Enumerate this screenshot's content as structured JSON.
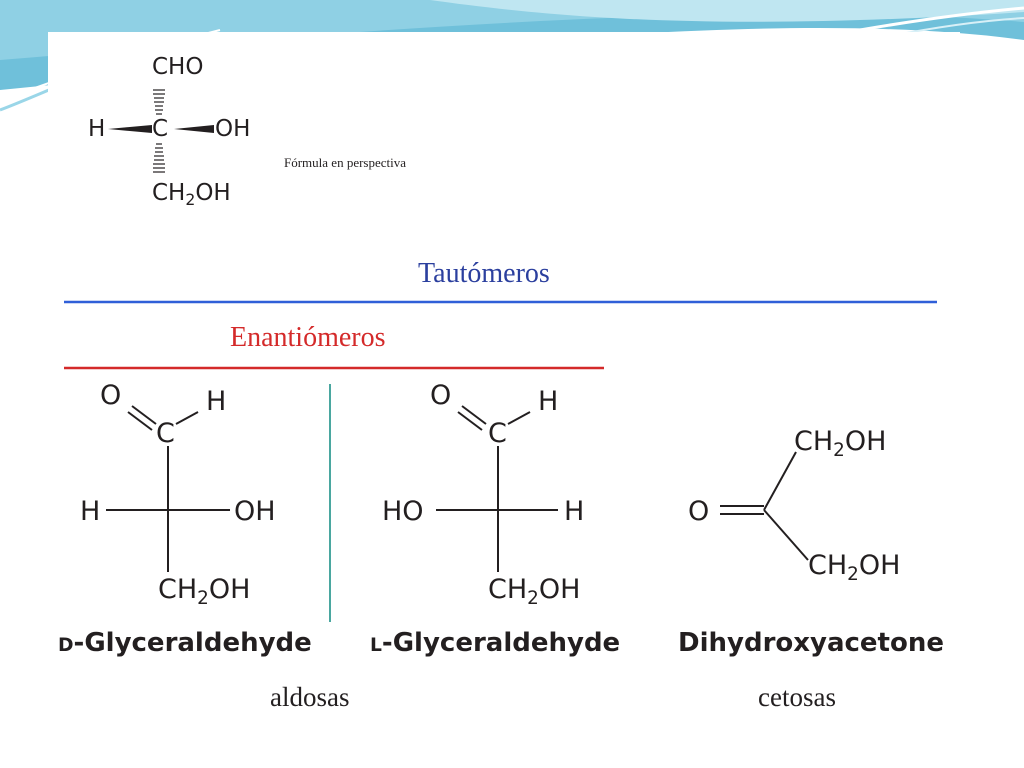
{
  "colors": {
    "background_top": "#5fb6d3",
    "background_light": "#cfeaf3",
    "tautomeros": "#2b3f9e",
    "tautomeros_line": "#2f5fd8",
    "enantiomeros": "#d42a2a",
    "enantiomeros_line": "#d42a2a",
    "divider": "#4aa7a0",
    "ink": "#231f20"
  },
  "perspective": {
    "top": "CHO",
    "left": "H",
    "center": "C",
    "right": "OH",
    "bottom_pre": "CH",
    "bottom_sub": "2",
    "bottom_post": "OH",
    "caption": "Fórmula en perspectiva"
  },
  "tautomeros": {
    "label": "Tautómeros"
  },
  "enantiomeros": {
    "label": "Enantiómeros"
  },
  "d_glyceraldehyde": {
    "o": "O",
    "h_top": "H",
    "c": "C",
    "left": "H",
    "right": "OH",
    "bottom_pre": "CH",
    "bottom_sub": "2",
    "bottom_post": "OH",
    "name_prefix": "D",
    "name": "-Glyceraldehyde"
  },
  "l_glyceraldehyde": {
    "o": "O",
    "h_top": "H",
    "c": "C",
    "left": "HO",
    "right": "H",
    "bottom_pre": "CH",
    "bottom_sub": "2",
    "bottom_post": "OH",
    "name_prefix": "L",
    "name": "-Glyceraldehyde"
  },
  "dihydroxyacetone": {
    "o": "O",
    "top_pre": "CH",
    "top_sub": "2",
    "top_post": "OH",
    "bottom_pre": "CH",
    "bottom_sub": "2",
    "bottom_post": "OH",
    "name": "Dihydroxyacetone"
  },
  "groups": {
    "aldosas": "aldosas",
    "cetosas": "cetosas"
  }
}
